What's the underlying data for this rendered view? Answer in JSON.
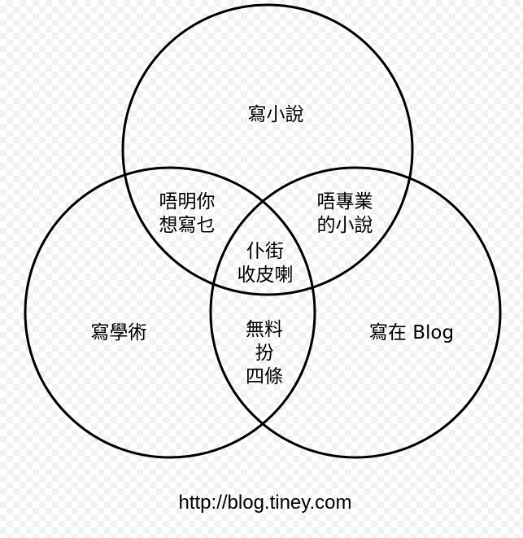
{
  "diagram": {
    "regions": {
      "novel_only": "寫小說",
      "academic_only": "寫學術",
      "blog_only": "寫在 Blog",
      "novel_academic_line1": "唔明你",
      "novel_academic_line2": "想寫乜",
      "novel_blog_line1": "唔專業",
      "novel_blog_line2": "的小說",
      "academic_blog_line1": "無料",
      "academic_blog_line2": "扮",
      "academic_blog_line3": "四條",
      "center_line1": "仆街",
      "center_line2": "收皮喇"
    },
    "footer_url": "http://blog.tiney.com",
    "colors": {
      "stroke": "#000000",
      "text": "#000000",
      "background": "#ffffff"
    }
  }
}
